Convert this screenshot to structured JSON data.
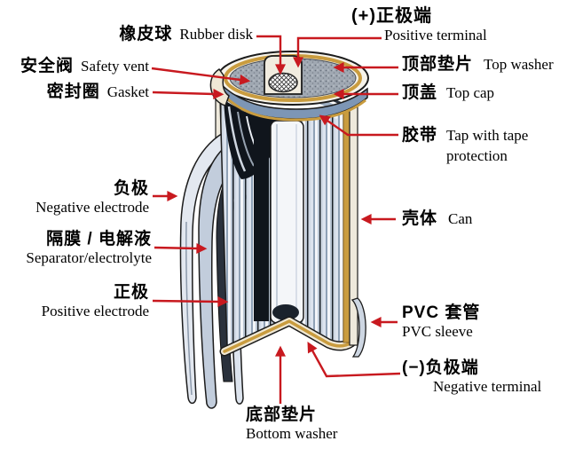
{
  "diagram": {
    "type": "cylindrical-battery-cutaway",
    "arrow_color": "#c8191f",
    "colors": {
      "can_gold": "#c99c3f",
      "washer_gray": "#a0a8b2",
      "cap_blue": "#7d96b5",
      "cream": "#f1ecdf",
      "stripe_light": "#dce3ee",
      "stripe_dark": "#1a2129"
    },
    "labels": {
      "rubber_disk": {
        "zh": "橡皮球",
        "en": "Rubber disk"
      },
      "safety_vent": {
        "zh": "安全阀",
        "en": "Safety vent"
      },
      "gasket": {
        "zh": "密封圈",
        "en": "Gasket"
      },
      "positive_terminal": {
        "zh": "(+)正极端",
        "en": "Positive terminal"
      },
      "top_washer": {
        "zh": "顶部垫片",
        "en": "Top washer"
      },
      "top_cap": {
        "zh": "顶盖",
        "en": "Top cap"
      },
      "tape": {
        "zh": "胶带",
        "en": "Tap with tape protection"
      },
      "can": {
        "zh": "壳体",
        "en": "Can"
      },
      "negative_electrode": {
        "zh": "负极",
        "en": "Negative electrode"
      },
      "separator": {
        "zh": "隔膜 / 电解液",
        "en": "Separator/electrolyte"
      },
      "positive_electrode": {
        "zh": "正极",
        "en": "Positive electrode"
      },
      "pvc_sleeve": {
        "zh": "PVC 套管",
        "en": "PVC sleeve"
      },
      "negative_terminal": {
        "zh": "(−)负极端",
        "en": "Negative terminal"
      },
      "bottom_washer": {
        "zh": "底部垫片",
        "en": "Bottom washer"
      }
    }
  }
}
